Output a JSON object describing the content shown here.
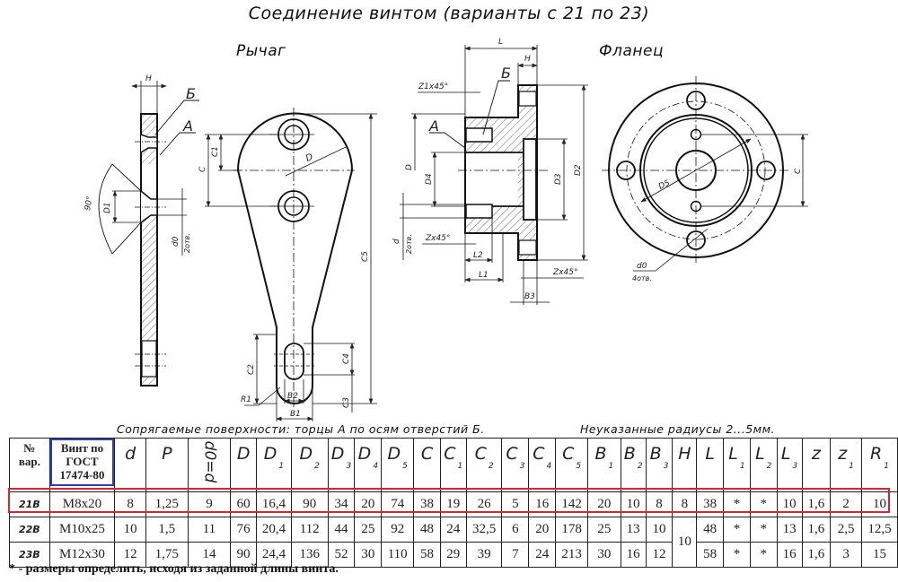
{
  "title": "Соединение винтом (варианты с 21 по 23)",
  "views": {
    "lever_title": "Рычаг",
    "flange_title": "Фланец"
  },
  "labels": {
    "lever_side": {
      "H": "H",
      "B_letter": "Б",
      "A_letter": "А",
      "angle": "90°",
      "D1": "D1",
      "d0": "d0",
      "holes": "2отв."
    },
    "lever_front": {
      "D": "D",
      "C": "C",
      "C1": "C1",
      "C2": "C2",
      "C3": "C3",
      "C4": "C4",
      "C5": "C5",
      "R1": "R1",
      "B1": "B1",
      "B2": "B2"
    },
    "flange_section": {
      "L": "L",
      "H": "H",
      "z1": "Z1x45°",
      "B_letter": "Б",
      "A_letter": "А",
      "D": "D",
      "D4": "D4",
      "D3": "D3",
      "D2": "D2",
      "d": "d",
      "holes": "2отв.",
      "z_left": "Zx45°",
      "L2": "L2",
      "L1": "L1",
      "z_right": "Zx45°",
      "B3": "B3"
    },
    "flange_front": {
      "D5": "D5",
      "C": "C",
      "d0": "d0",
      "holes": "4отв."
    }
  },
  "notes": {
    "mating": "Сопрягаемые поверхности: торцы А по осям отверстий Б.",
    "radii": "Неуказанные радиусы 2...5мм."
  },
  "table": {
    "headers": [
      {
        "main": "№ вар."
      },
      {
        "main": "Винт по ГОСТ 17474-80"
      },
      {
        "main": "d",
        "sub": ""
      },
      {
        "main": "P",
        "sub": ""
      },
      {
        "main": "d0=d",
        "sub": ""
      },
      {
        "main": "D",
        "sub": ""
      },
      {
        "main": "D",
        "sub": "1"
      },
      {
        "main": "D",
        "sub": "2"
      },
      {
        "main": "D",
        "sub": "3"
      },
      {
        "main": "D",
        "sub": "4"
      },
      {
        "main": "D",
        "sub": "5"
      },
      {
        "main": "C",
        "sub": ""
      },
      {
        "main": "C",
        "sub": "1"
      },
      {
        "main": "C",
        "sub": "2"
      },
      {
        "main": "C",
        "sub": "3"
      },
      {
        "main": "C",
        "sub": "4"
      },
      {
        "main": "C",
        "sub": "5"
      },
      {
        "main": "B",
        "sub": "1"
      },
      {
        "main": "B",
        "sub": "2"
      },
      {
        "main": "B",
        "sub": "3"
      },
      {
        "main": "H",
        "sub": ""
      },
      {
        "main": "L",
        "sub": ""
      },
      {
        "main": "L",
        "sub": "1"
      },
      {
        "main": "L",
        "sub": "2"
      },
      {
        "main": "L",
        "sub": "3"
      },
      {
        "main": "z",
        "sub": ""
      },
      {
        "main": "z",
        "sub": "1"
      },
      {
        "main": "R",
        "sub": "1"
      }
    ],
    "header_var_lines": [
      "№",
      "вар."
    ],
    "header_screw_lines": [
      "Винт по",
      "ГОСТ",
      "17474-80"
    ],
    "rows": [
      {
        "var": "21В",
        "screw": "М8х20",
        "d": "8",
        "P": "1,25",
        "d0": "9",
        "D": "60",
        "D1": "16,4",
        "D2": "90",
        "D3": "34",
        "D4": "20",
        "D5": "74",
        "C": "38",
        "C1": "19",
        "C2": "26",
        "C3": "5",
        "C4": "16",
        "C5": "142",
        "B1": "20",
        "B2": "10",
        "B3": "8",
        "H": "8",
        "L": "38",
        "L1": "*",
        "L2": "*",
        "L3": "10",
        "z": "1,6",
        "z1": "2",
        "R1": "10",
        "highlighted": true
      },
      {
        "var": "22В",
        "screw": "М10х25",
        "d": "10",
        "P": "1,5",
        "d0": "11",
        "D": "76",
        "D1": "20,4",
        "D2": "112",
        "D3": "44",
        "D4": "25",
        "D5": "92",
        "C": "48",
        "C1": "24",
        "C2": "32,5",
        "C3": "6",
        "C4": "20",
        "C5": "178",
        "B1": "25",
        "B2": "13",
        "B3": "10",
        "H": "10",
        "L": "48",
        "L1": "*",
        "L2": "*",
        "L3": "13",
        "z": "1,6",
        "z1": "2,5",
        "R1": "12,5",
        "highlighted": false
      },
      {
        "var": "23В",
        "screw": "М12х30",
        "d": "12",
        "P": "1,75",
        "d0": "14",
        "D": "90",
        "D1": "24,4",
        "D2": "136",
        "D3": "52",
        "D4": "30",
        "D5": "110",
        "C": "58",
        "C1": "29",
        "C2": "39",
        "C3": "7",
        "C4": "24",
        "C5": "213",
        "B1": "30",
        "B2": "16",
        "B3": "12",
        "H": "10",
        "L": "58",
        "L1": "*",
        "L2": "*",
        "L3": "16",
        "z": "1,6",
        "z1": "3",
        "R1": "15",
        "highlighted": false
      }
    ]
  },
  "footnote": "* - размеры определить, исходя из заданной длины винта.",
  "colors": {
    "highlight_row": "#d8242f",
    "highlight_header": "#2b3fbf",
    "ink": "#222222"
  }
}
